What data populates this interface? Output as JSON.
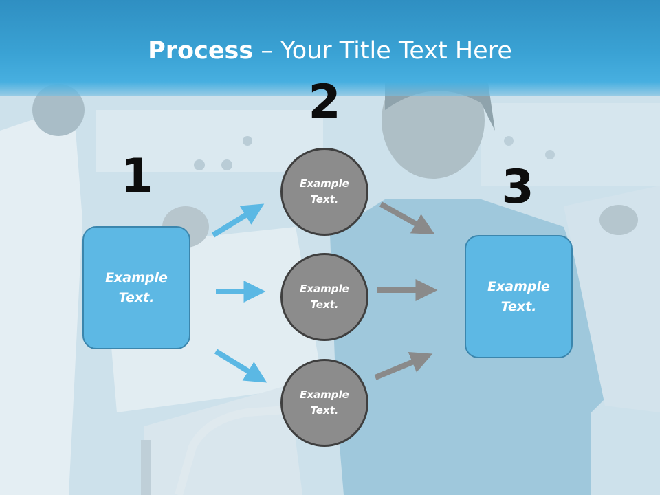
{
  "title": {
    "bold": "Process",
    "rest": " – Your Title Text Here"
  },
  "steps": [
    {
      "number": "1",
      "text": "Example\nText."
    },
    {
      "number": "2",
      "items": [
        "Example\nText.",
        "Example\nText.",
        "Example\nText."
      ]
    },
    {
      "number": "3",
      "text": "Example\nText."
    }
  ],
  "colors": {
    "header": "#3aa2d4",
    "box": "#5db8e4",
    "circle": "#8c8c8c",
    "arrow_blue": "#5bb8e4",
    "arrow_gray": "#8a8a8a"
  }
}
